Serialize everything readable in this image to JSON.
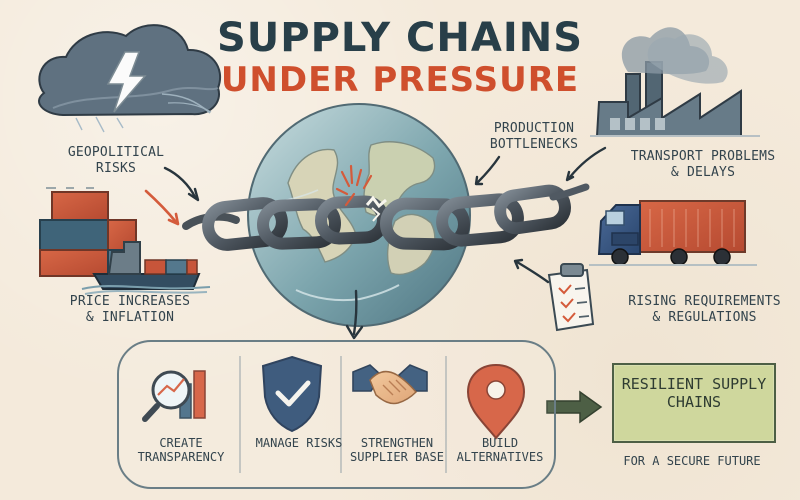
{
  "title": {
    "line1": "SUPPLY CHAINS",
    "line2": "UNDER PRESSURE"
  },
  "labels": {
    "geopolitical": [
      "GEOPOLITICAL",
      "RISKS"
    ],
    "production": [
      "PRODUCTION",
      "BOTTLENECKS"
    ],
    "transport": [
      "TRANSPORT PROBLEMS",
      "& DELAYS"
    ],
    "price": [
      "PRICE INCREASES",
      "& INFLATION"
    ],
    "rising": [
      "RISING REQUIREMENTS",
      "& REGULATIONS"
    ]
  },
  "steps": [
    {
      "label": [
        "CREATE",
        "TRANSPARENCY"
      ],
      "icon": "magnifier-chart-icon"
    },
    {
      "label": [
        "MANAGE",
        "RISKS"
      ],
      "icon": "shield-check-icon"
    },
    {
      "label": [
        "STRENGTHEN",
        "SUPPLIER BASE"
      ],
      "icon": "handshake-icon"
    },
    {
      "label": [
        "BUILD",
        "ALTERNATIVES"
      ],
      "icon": "location-pin-icon"
    }
  ],
  "result": {
    "title": [
      "RESILIENT",
      "SUPPLY CHAINS"
    ],
    "subtitle": "FOR A SECURE FUTURE"
  },
  "colors": {
    "background": "#f4eadb",
    "title_primary": "#283f49",
    "title_accent": "#cf4f2d",
    "line": "#6a7e86",
    "result_fill": "#cfd79d"
  }
}
